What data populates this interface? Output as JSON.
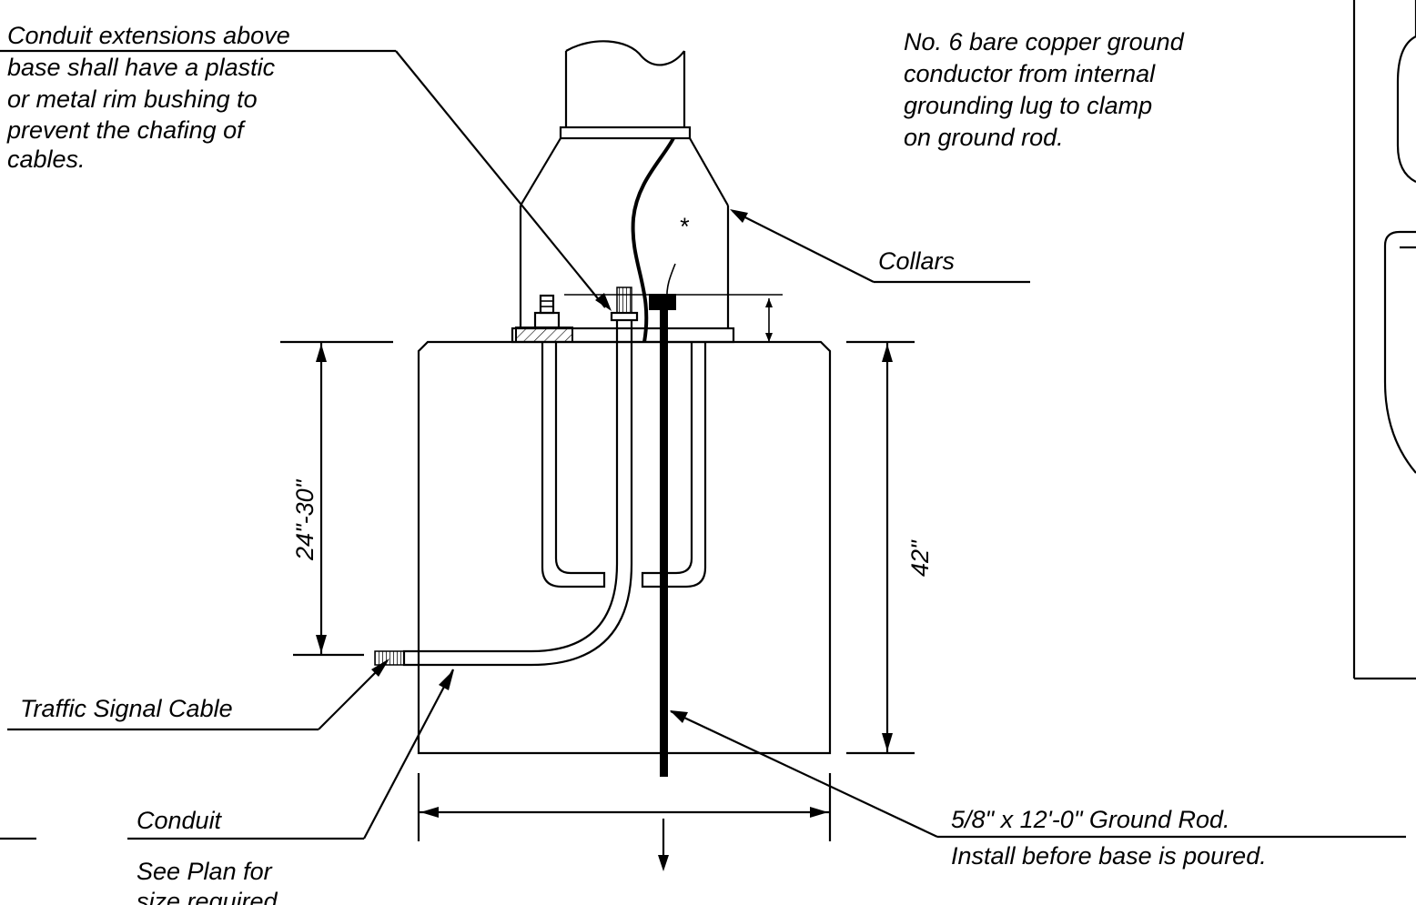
{
  "notes": {
    "conduit_extensions": [
      "Conduit extensions above",
      "base shall have a plastic",
      "or metal rim bushing to",
      "prevent the chafing of",
      "cables."
    ],
    "ground_conductor": [
      "No. 6 bare copper ground",
      "conductor from internal",
      "grounding lug to clamp",
      "on ground rod."
    ],
    "collars": "Collars",
    "traffic_signal_cable": "Traffic Signal Cable",
    "conduit": "Conduit",
    "see_plan": [
      "See Plan for",
      "size required."
    ],
    "ground_rod": "5/8\" x 12'-0\" Ground Rod.",
    "install_before": "Install before base is poured.",
    "asterisk": "*"
  },
  "dimensions": {
    "anchor_depth": "24\"-30\"",
    "base_depth": "42\""
  },
  "colors": {
    "ink": "#000000",
    "paper": "#ffffff"
  }
}
